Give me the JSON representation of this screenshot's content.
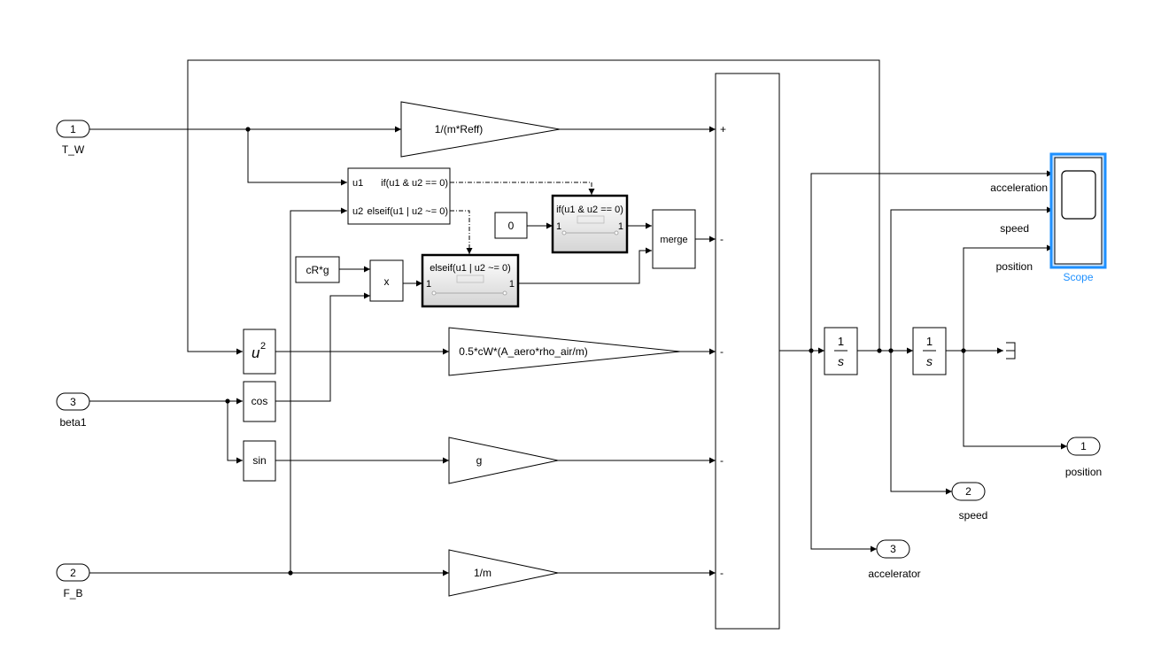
{
  "inports": [
    {
      "number": "1",
      "label": "T_W"
    },
    {
      "number": "3",
      "label": "beta1"
    },
    {
      "number": "2",
      "label": "F_B"
    }
  ],
  "outports": [
    {
      "number": "1",
      "label": "position"
    },
    {
      "number": "2",
      "label": "speed"
    },
    {
      "number": "3",
      "label": "accelerator"
    }
  ],
  "gains": {
    "g1": "1/(m*Reff)",
    "g2": "0.5*cW*(A_aero*rho_air/m)",
    "g3": "g",
    "g4": "1/m"
  },
  "if_block": {
    "in1": "u1",
    "in2": "u2",
    "cond1": "if(u1 & u2 == 0)",
    "cond2": "elseif(u1 | u2 ~= 0)"
  },
  "if_action_1": {
    "label": "if(u1 & u2 == 0)",
    "port_in": "1",
    "port_out": "1"
  },
  "if_action_2": {
    "label": "elseif(u1 | u2 ~= 0)",
    "port_in": "1",
    "port_out": "1"
  },
  "constants": {
    "zero": "0",
    "crg": "cR*g"
  },
  "product_label": "x",
  "merge_label": "merge",
  "math": {
    "square_base": "u",
    "square_exp": "2",
    "cos": "cos",
    "sin": "sin"
  },
  "sum_signs": [
    "+",
    "-",
    "-",
    "-",
    "-"
  ],
  "integrators": [
    {
      "num": "1",
      "den": "s"
    },
    {
      "num": "1",
      "den": "s"
    }
  ],
  "scope": {
    "name": "Scope",
    "signals": [
      "acceleration",
      "speed",
      "position"
    ],
    "accent_color": "#1e90ff"
  }
}
